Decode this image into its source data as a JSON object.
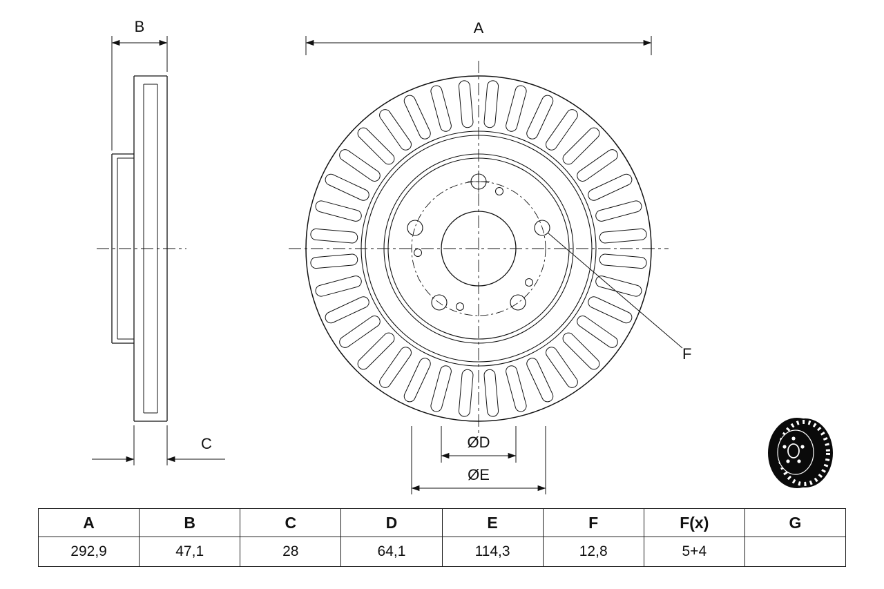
{
  "drawing": {
    "dim_labels": {
      "a": "A",
      "b": "B",
      "c": "C",
      "d": "ØD",
      "e": "ØE",
      "f": "F"
    }
  },
  "table": {
    "headers": [
      "A",
      "B",
      "C",
      "D",
      "E",
      "F",
      "F(x)",
      "G"
    ],
    "values": [
      "292,9",
      "47,1",
      "28",
      "64,1",
      "114,3",
      "12,8",
      "5+4",
      ""
    ]
  },
  "colors": {
    "line": "#111111",
    "background": "#ffffff"
  }
}
